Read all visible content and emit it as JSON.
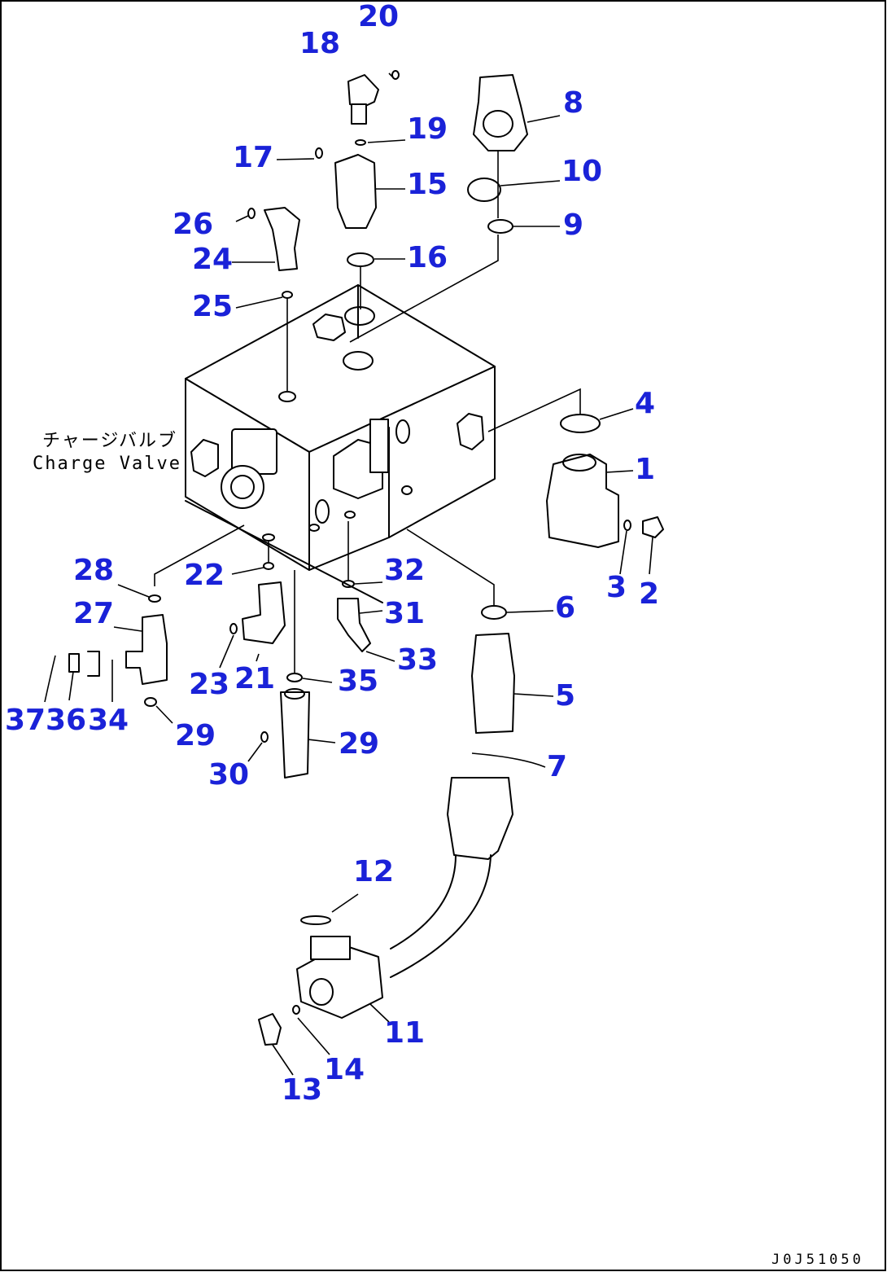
{
  "diagram": {
    "caption_jp": "チャージバルブ",
    "caption_en": "Charge Valve",
    "drawing_code": "J0J51050",
    "callouts": [
      "1",
      "2",
      "3",
      "4",
      "5",
      "6",
      "7",
      "8",
      "9",
      "10",
      "11",
      "12",
      "13",
      "14",
      "15",
      "16",
      "17",
      "18",
      "19",
      "20",
      "21",
      "22",
      "23",
      "24",
      "25",
      "26",
      "27",
      "28",
      "29",
      "29",
      "30",
      "31",
      "32",
      "33",
      "34",
      "35",
      "36",
      "37"
    ]
  },
  "colors": {
    "callout": "#1a22d8",
    "line": "#000000",
    "background": "#ffffff"
  }
}
